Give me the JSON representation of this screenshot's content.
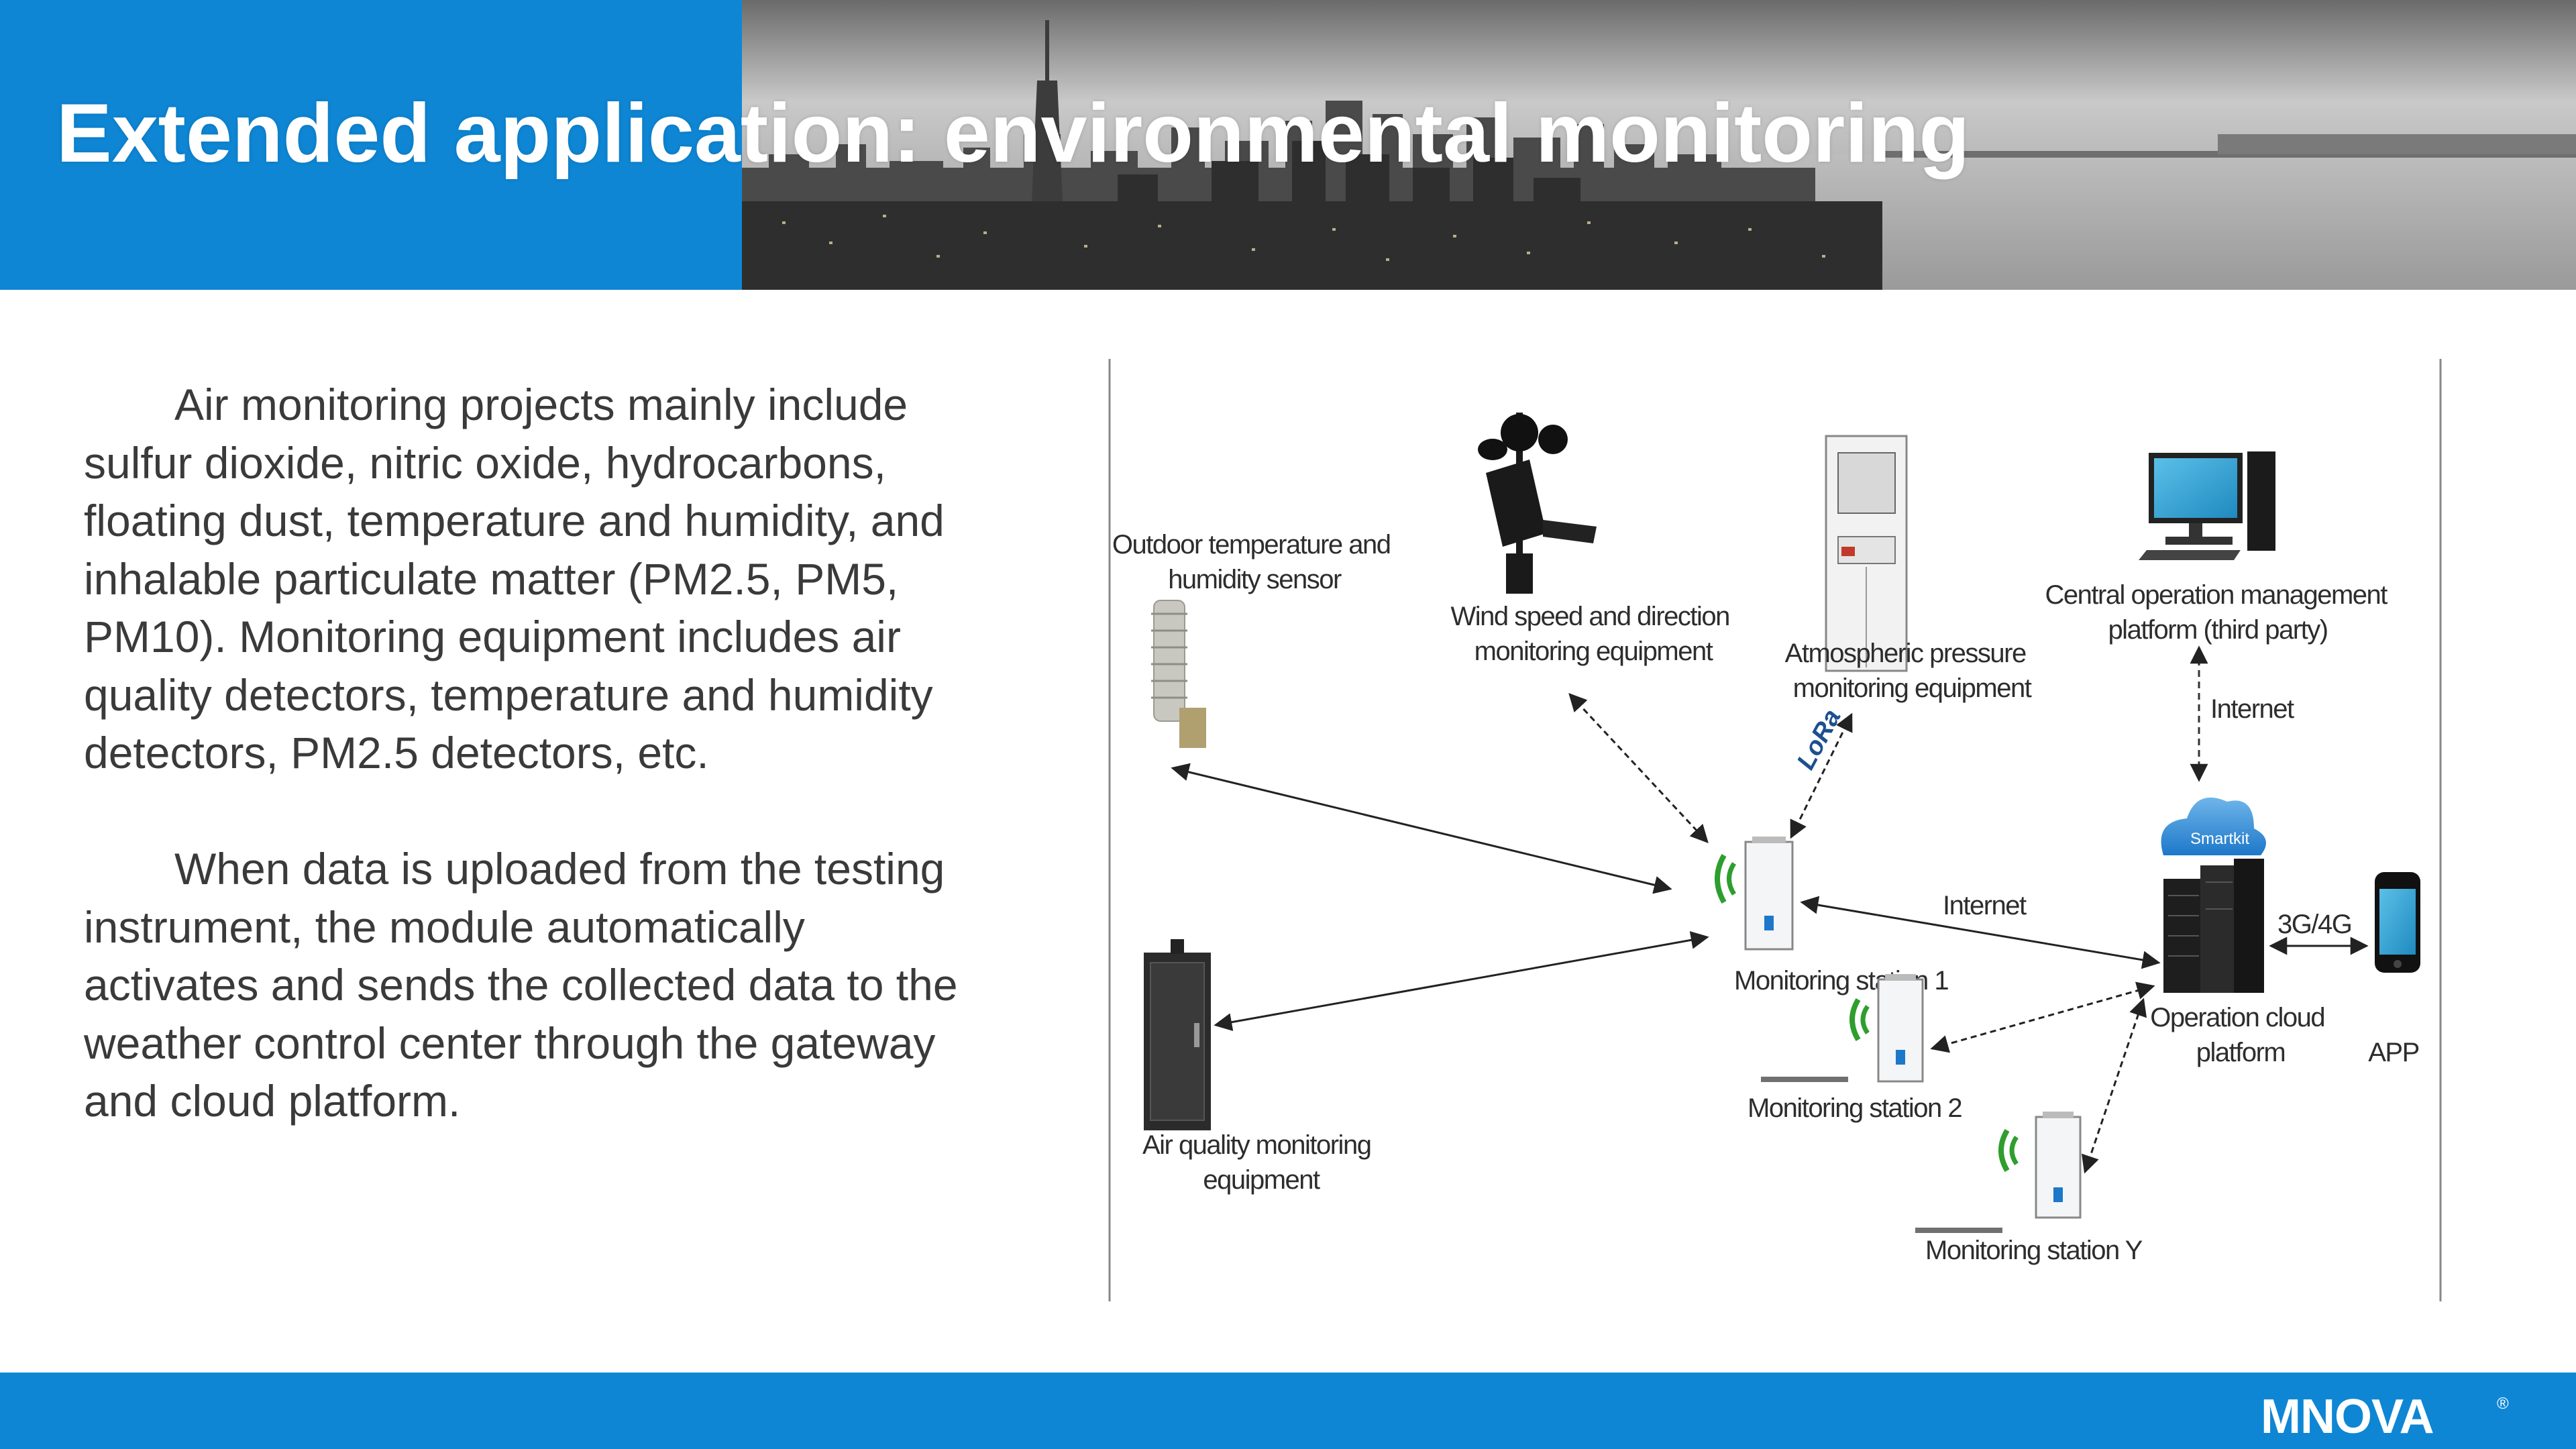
{
  "header": {
    "title": "Extended application: environmental monitoring"
  },
  "body": {
    "paragraphs": [
      "Air monitoring projects mainly include sulfur dioxide, nitric oxide, hydrocarbons, floating dust, temperature and humidity, and inhalable particulate matter (PM2.5, PM5, PM10). Monitoring equipment includes air quality detectors, temperature and humidity detectors, PM2.5 detectors, etc.",
      "When data is uploaded from the testing instrument, the module automatically activates and sends the collected data to the weather control center through the gateway and cloud platform."
    ]
  },
  "diagram": {
    "nodes": {
      "outdoor_sensor": [
        "Outdoor temperature and",
        "humidity sensor"
      ],
      "wind": [
        "Wind speed and direction",
        "monitoring equipment"
      ],
      "pressure": [
        "Atmospheric pressure",
        "monitoring equipment"
      ],
      "central": [
        "Central operation management",
        "platform (third party)"
      ],
      "station1": "Monitoring station 1",
      "station2": "Monitoring station 2",
      "stationY": "Monitoring station Y",
      "air_quality": [
        "Air quality monitoring",
        "equipment"
      ],
      "operation_cloud": [
        "Operation cloud",
        "platform"
      ],
      "app": "APP",
      "cloud_brand": "Smartkit"
    },
    "links": {
      "internet_top": "Internet",
      "internet_mid": "Internet",
      "mobile": "3G/4G",
      "lora": "LoRa"
    }
  },
  "footer": {
    "logo_text": "MNOVA",
    "registered_mark": "®"
  },
  "colors": {
    "brand_blue": "#0e86d4",
    "body_text": "#3a3a3a",
    "wireless_green": "#2e9e2e"
  }
}
